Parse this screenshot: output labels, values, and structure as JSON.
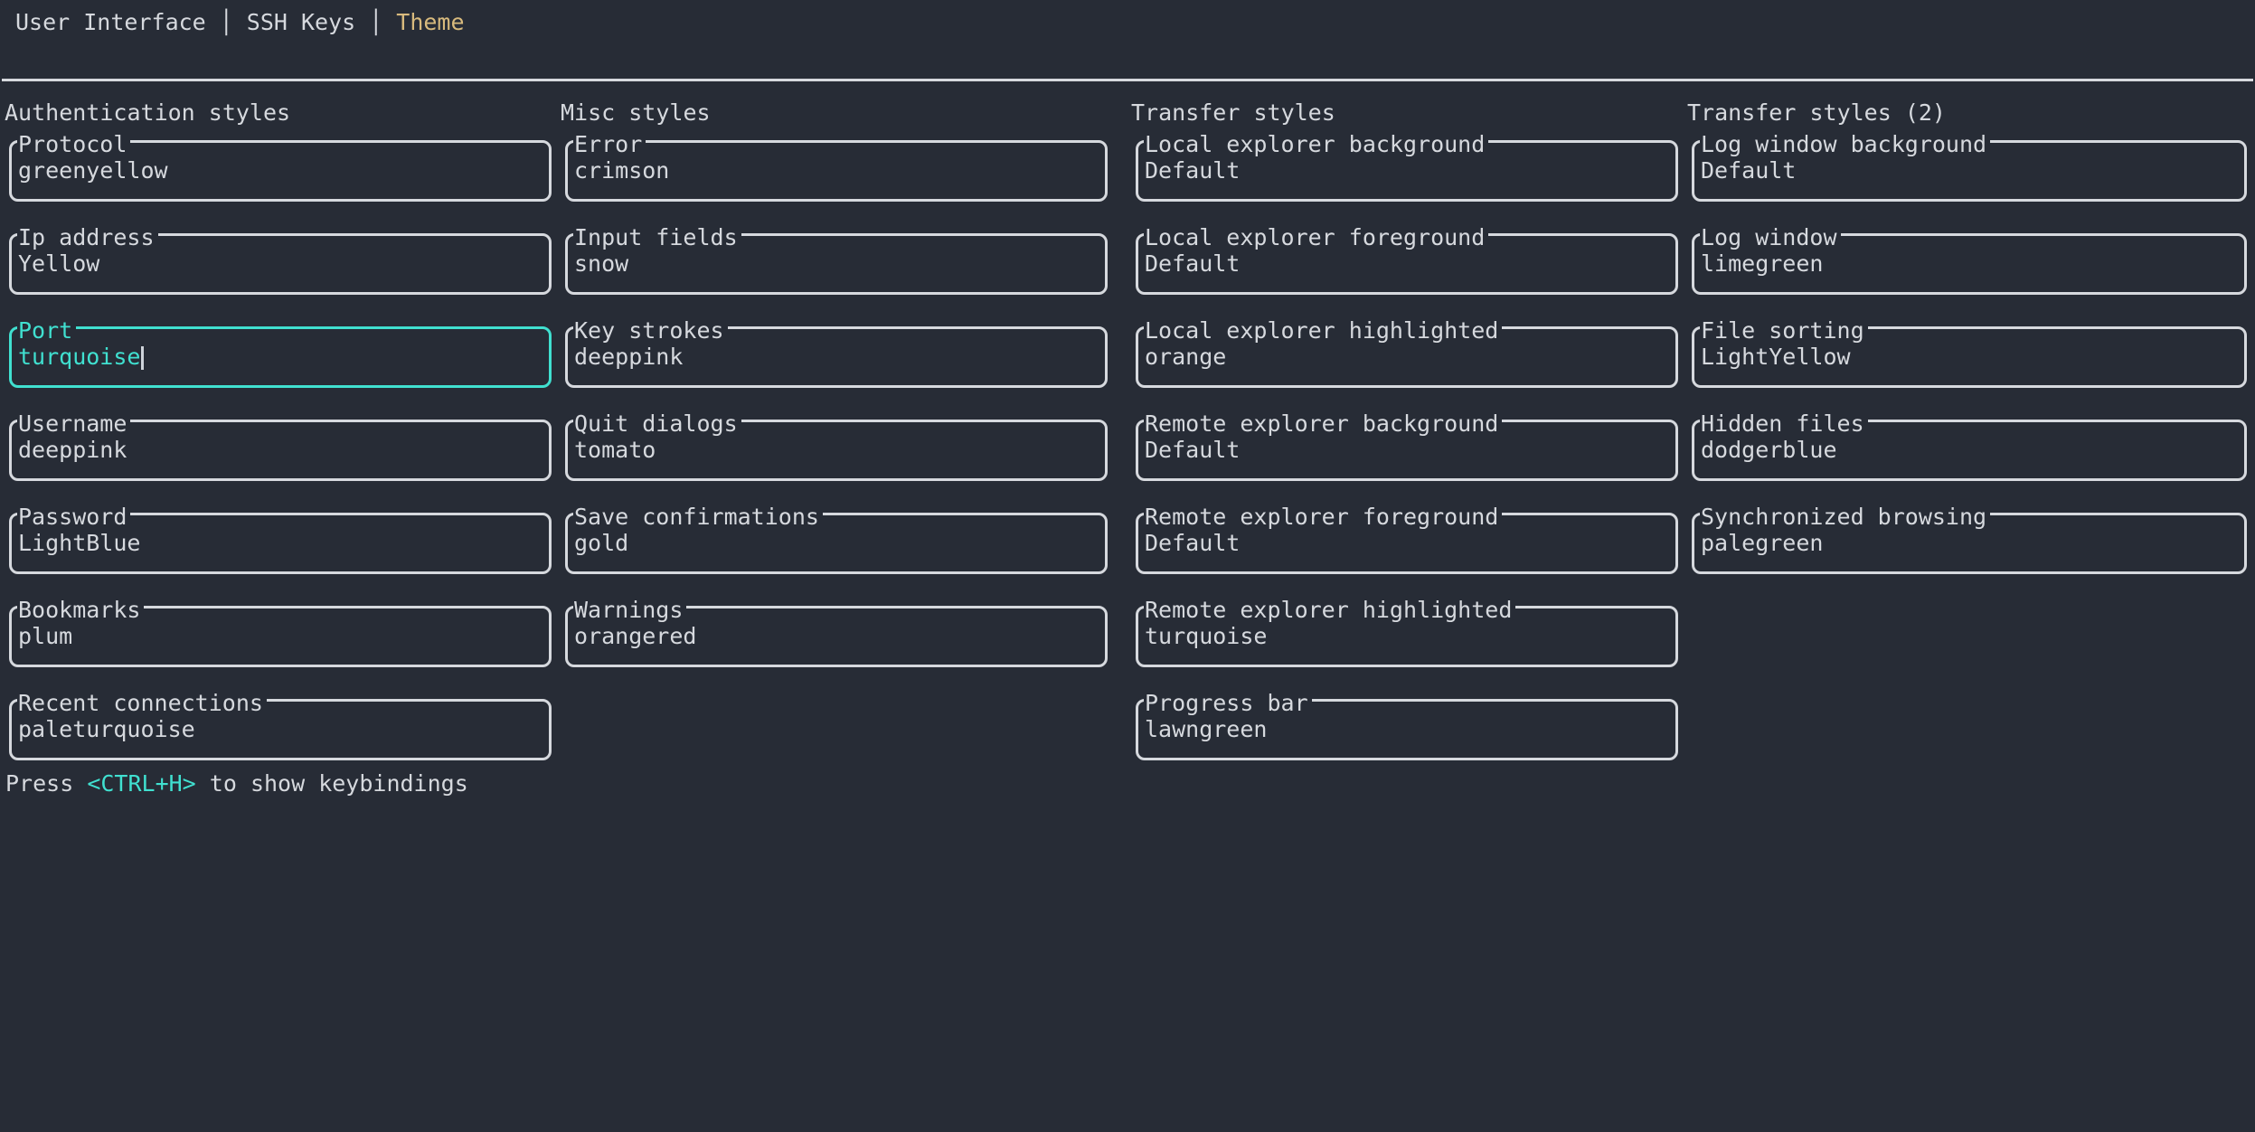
{
  "tabs": [
    {
      "label": "User Interface",
      "active": false
    },
    {
      "label": "SSH Keys",
      "active": false
    },
    {
      "label": "Theme",
      "active": true
    }
  ],
  "tab_separator": "│",
  "columns": [
    {
      "title": "Authentication styles",
      "fields": [
        {
          "label": "Protocol",
          "value": "greenyellow"
        },
        {
          "label": "Ip address",
          "value": "Yellow"
        },
        {
          "label": "Port",
          "value": "turquoise",
          "focused": true
        },
        {
          "label": "Username",
          "value": "deeppink"
        },
        {
          "label": "Password",
          "value": "LightBlue"
        },
        {
          "label": "Bookmarks",
          "value": "plum"
        },
        {
          "label": "Recent connections",
          "value": "paleturquoise"
        }
      ]
    },
    {
      "title": "Misc styles",
      "fields": [
        {
          "label": "Error",
          "value": "crimson"
        },
        {
          "label": "Input fields",
          "value": "snow"
        },
        {
          "label": "Key strokes",
          "value": "deeppink"
        },
        {
          "label": "Quit dialogs",
          "value": "tomato"
        },
        {
          "label": "Save confirmations",
          "value": "gold"
        },
        {
          "label": "Warnings",
          "value": "orangered"
        }
      ]
    },
    {
      "title": "Transfer styles",
      "fields": [
        {
          "label": "Local explorer background",
          "value": "Default"
        },
        {
          "label": "Local explorer foreground",
          "value": "Default"
        },
        {
          "label": "Local explorer highlighted",
          "value": "orange"
        },
        {
          "label": "Remote explorer background",
          "value": "Default"
        },
        {
          "label": "Remote explorer foreground",
          "value": "Default"
        },
        {
          "label": "Remote explorer highlighted",
          "value": "turquoise"
        },
        {
          "label": "Progress bar",
          "value": "lawngreen"
        }
      ]
    },
    {
      "title": "Transfer styles (2)",
      "fields": [
        {
          "label": "Log window background",
          "value": "Default"
        },
        {
          "label": "Log window",
          "value": "limegreen"
        },
        {
          "label": "File sorting",
          "value": "LightYellow"
        },
        {
          "label": "Hidden files",
          "value": "dodgerblue"
        },
        {
          "label": "Synchronized browsing",
          "value": "palegreen"
        }
      ]
    }
  ],
  "footer": {
    "prefix": "Press ",
    "key": "<CTRL+H>",
    "suffix": " to show keybindings"
  },
  "colors": {
    "background": "#272c36",
    "foreground": "#d6d9de",
    "accent": "#40e0d0",
    "tab_active": "#d8ba7d",
    "cursor": "#ced3da"
  }
}
